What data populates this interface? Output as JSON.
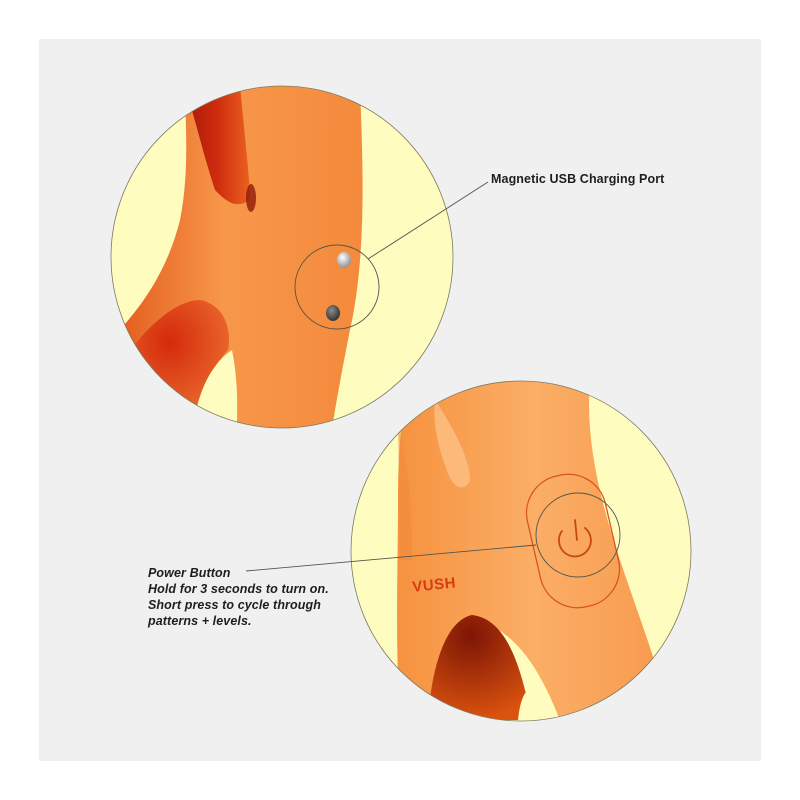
{
  "callouts": {
    "charging_port": {
      "title": "Magnetic USB Charging Port"
    },
    "power_button": {
      "title": "Power Button",
      "lines": [
        "Hold for 3 seconds to turn on.",
        "Short press to cycle through",
        "patterns + levels."
      ]
    }
  },
  "product": {
    "brand_mark": "VUSH"
  },
  "colors": {
    "background": "#f0f0f1",
    "circle_fill": "#fffcc0",
    "product_orange": "#f7974a",
    "product_dark": "#c7260b",
    "outline": "#6f6f62"
  }
}
